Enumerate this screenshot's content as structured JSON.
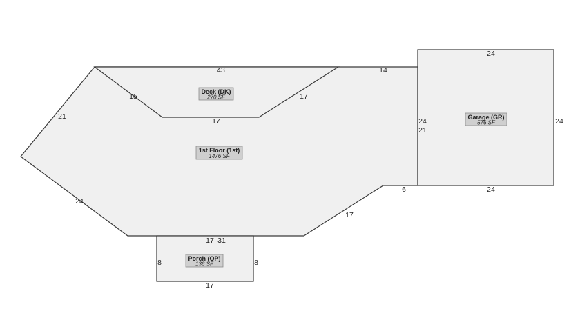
{
  "areas": {
    "deck": {
      "name": "Deck (DK)",
      "sf": "270 SF"
    },
    "first": {
      "name": "1st Floor (1st)",
      "sf": "1476 SF"
    },
    "garage": {
      "name": "Garage (GR)",
      "sf": "576 SF"
    },
    "porch": {
      "name": "Porch (OP)",
      "sf": "136 SF"
    }
  },
  "dimensions": {
    "first_top_left": "43",
    "first_top_right": "14",
    "first_upper_left": "21",
    "first_lower_left": "24",
    "first_right_wall": "21",
    "first_right_step": "6",
    "first_lower_right": "17",
    "first_bottom_left": "17",
    "first_bottom_right": "31",
    "deck_left": "15",
    "deck_right": "17",
    "deck_bottom": "17",
    "garage_top": "24",
    "garage_left": "24",
    "garage_right": "24",
    "garage_bottom": "24",
    "porch_left": "8",
    "porch_right": "8",
    "porch_bottom": "17"
  }
}
